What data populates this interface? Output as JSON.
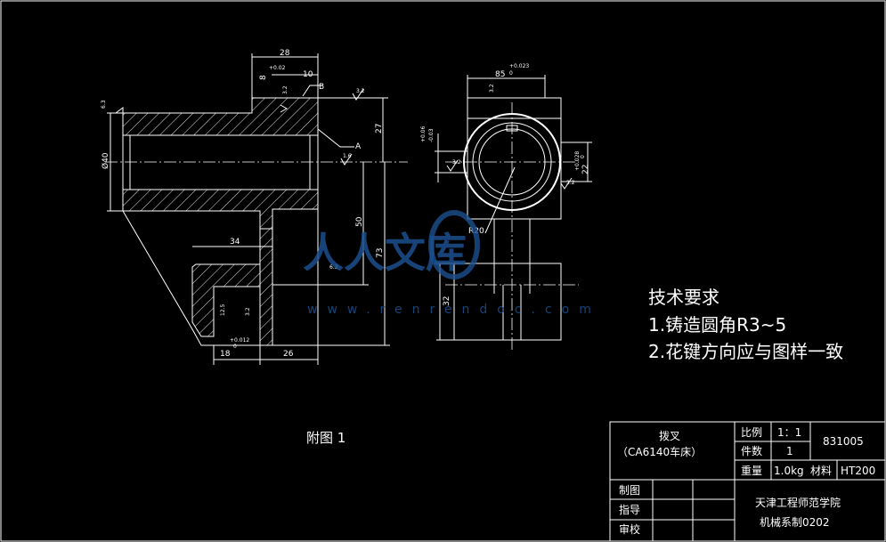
{
  "dimensions": {
    "d28": "28",
    "d10": "10",
    "d8": "8",
    "d8_tol": "+0.02",
    "dB": "B",
    "dA": "A",
    "d27": "27",
    "d40": "Ø40",
    "d50": "50",
    "d73": "73",
    "d34": "34",
    "d18": "18",
    "d18_tol": "+0.012",
    "d18_tol0": "0",
    "d26": "26",
    "d85": "85",
    "d85_tol": "+0.023",
    "d85_tol0": "0",
    "d6": "6",
    "d6_tol_a": "+0.06",
    "d6_tol_b": "-0.03",
    "d22": "22",
    "d22_tol": "+0.028",
    "d22_tol0": "0",
    "dR20": "R20",
    "d32": "32",
    "rough1": "6.3",
    "rough2": "3.2",
    "rough3": "1.6",
    "rough4": "12.5"
  },
  "tech_requirements": {
    "title": "技术要求",
    "item1": "1.铸造圆角R3~5",
    "item2": "2.花键方向应与图样一致"
  },
  "figure_label": "附图 1",
  "title_block": {
    "part_name": "拨叉",
    "part_note": "（CA6140车床）",
    "scale_label": "比例",
    "scale_value": "1：1",
    "count_label": "件数",
    "count_value": "1",
    "weight_label": "重量",
    "weight_value": "1.0kg",
    "material_label": "材料",
    "material_value": "HT200",
    "drawing_no": "831005",
    "drawn_label": "制图",
    "guide_label": "指导",
    "review_label": "审校",
    "school": "天津工程师范学院",
    "dept": "机械系制0202"
  },
  "watermark": {
    "text": "人人文库",
    "url": "www.renrendoc.com"
  }
}
